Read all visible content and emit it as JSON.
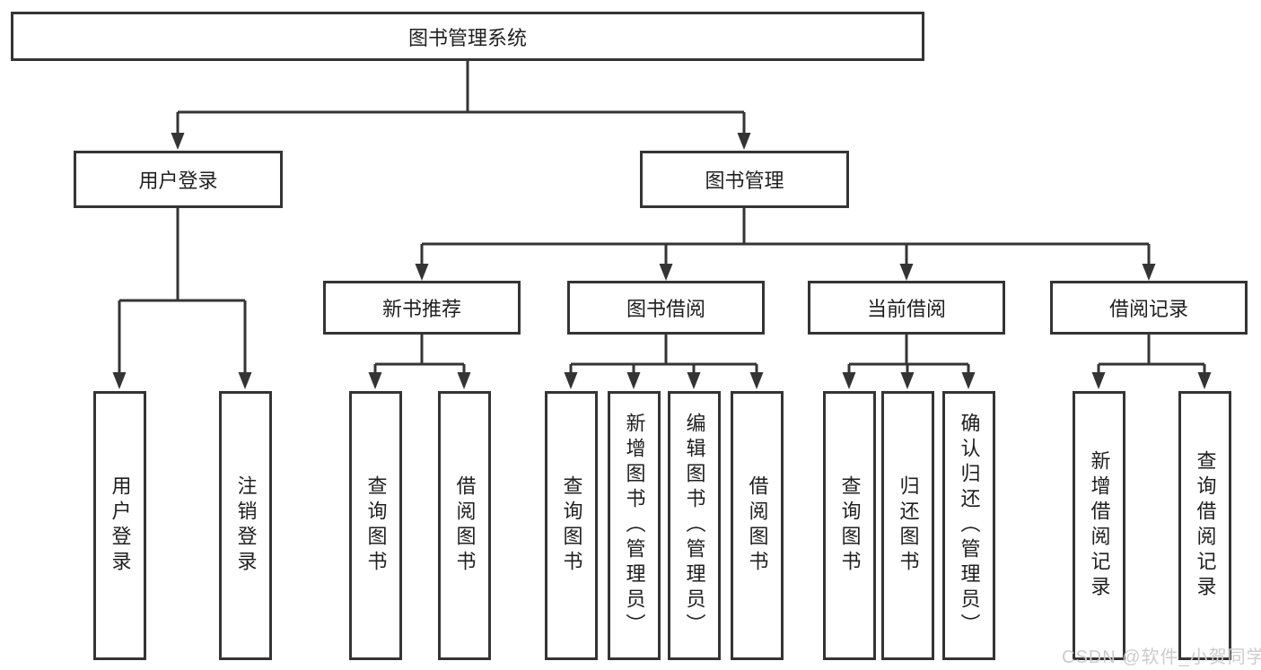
{
  "tree": {
    "root": {
      "label": "图书管理系统"
    },
    "branches": [
      {
        "label": "用户登录",
        "leaves": [
          {
            "label": "用户登录"
          },
          {
            "label": "注销登录"
          }
        ]
      },
      {
        "label": "图书管理",
        "children": [
          {
            "label": "新书推荐",
            "leaves": [
              {
                "label": "查询图书"
              },
              {
                "label": "借阅图书"
              }
            ]
          },
          {
            "label": "图书借阅",
            "leaves": [
              {
                "label": "查询图书"
              },
              {
                "label": "新增图书（管理员）"
              },
              {
                "label": "编辑图书（管理员）"
              },
              {
                "label": "借阅图书"
              }
            ]
          },
          {
            "label": "当前借阅",
            "leaves": [
              {
                "label": "查询图书"
              },
              {
                "label": "归还图书"
              },
              {
                "label": "确认归还（管理员）"
              }
            ]
          },
          {
            "label": "借阅记录",
            "leaves": [
              {
                "label": "新增借阅记录"
              },
              {
                "label": "查询借阅记录"
              }
            ]
          }
        ]
      }
    ]
  },
  "watermark": {
    "text": "CSDN @软件_小贺同学"
  },
  "colors": {
    "line": "#343434",
    "text": "#1f1f1f",
    "watermark": "#cccccc",
    "background": "#ffffff"
  }
}
